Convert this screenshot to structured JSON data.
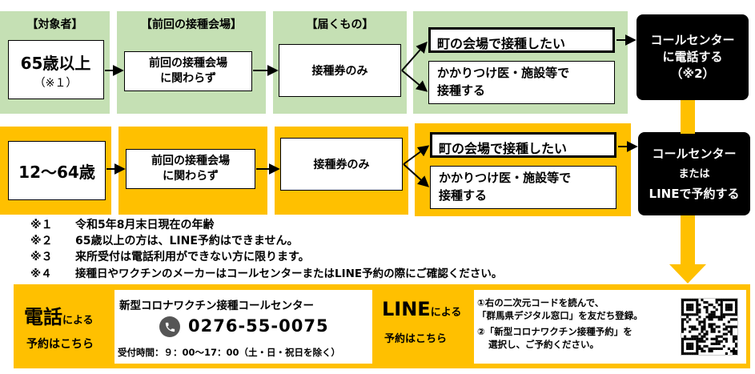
{
  "row1": {
    "headers": [
      "【対象者】",
      "【前回の接種会場】",
      "【届くもの】"
    ],
    "target_line1": "65歳以上",
    "target_line2": "（※１）",
    "venue_line1": "前回の接種会場",
    "venue_line2": "に関わらず",
    "item": "接種券のみ",
    "option1": "町の会場で接種したい",
    "option2_line1": "かかりつけ医・施設等で",
    "option2_line2": "接種する",
    "result_line1": "コールセンター",
    "result_line2": "に電話する",
    "result_line3": "（※2）"
  },
  "row2": {
    "target": "12～64歳",
    "venue_line1": "前回の接種会場",
    "venue_line2": "に関わらず",
    "item": "接種券のみ",
    "option1": "町の会場で接種したい",
    "option2_line1": "かかりつけ医・施設等で",
    "option2_line2": "接種する",
    "result_line1": "コールセンター",
    "result_line2": "または",
    "result_line3": "LINEで予約する"
  },
  "notes": [
    {
      "mark": "※１",
      "text": "令和5年8月末日現在の年齢"
    },
    {
      "mark": "※２",
      "text": "65歳以上の方は、LINE予約はできません。"
    },
    {
      "mark": "※３",
      "text": "来所受付は電話利用ができない方に限ります。"
    },
    {
      "mark": "※４",
      "text": "接種日やワクチンのメーカーはコールセンターまたはLINE予約の際にご確認ください。"
    }
  ],
  "phone": {
    "big": "電話",
    "small": "による",
    "sub": "予約はこちら",
    "center_name": "新型コロナワクチン接種コールセンター",
    "number": "0276-55-0075",
    "hours": "受付時間：９：00～17：00（土・日・祝日を除く）",
    "icon": "phone-icon"
  },
  "line": {
    "big": "LINE",
    "small": "による",
    "sub": "予約はこちら",
    "step1_line1": "①右の二次元コードを読んで、",
    "step1_line2": "「群馬県デジタル窓口」を友だち登録。",
    "step2_line1": "②「新型コロナワクチン接種予約」を",
    "step2_line2": "選択し、ご予約ください。",
    "qr_icon": "qr-code-icon"
  },
  "colors": {
    "green": "#c5e0b4",
    "gold": "#ffc000",
    "black": "#000000"
  }
}
